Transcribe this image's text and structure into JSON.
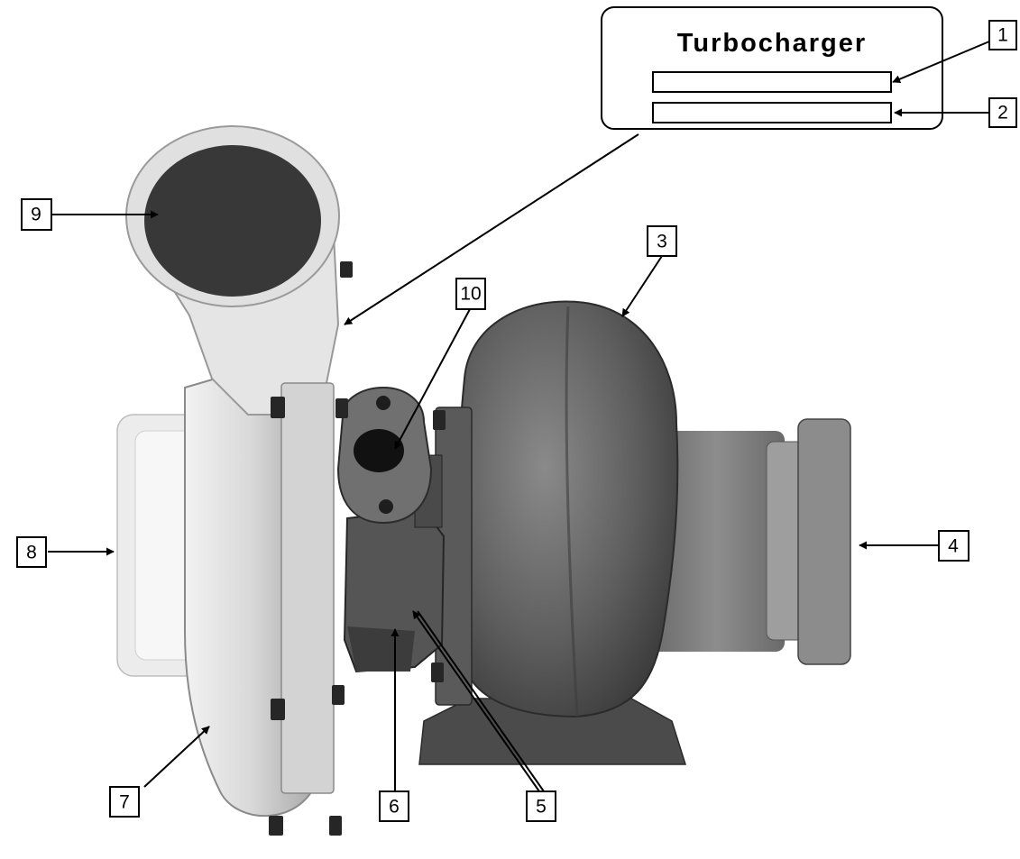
{
  "label_card": {
    "title": "Turbocharger"
  },
  "callouts": {
    "c1": "1",
    "c2": "2",
    "c3": "3",
    "c4": "4",
    "c5": "5",
    "c6": "6",
    "c7": "7",
    "c8": "8",
    "c9": "9",
    "c10": "10"
  }
}
